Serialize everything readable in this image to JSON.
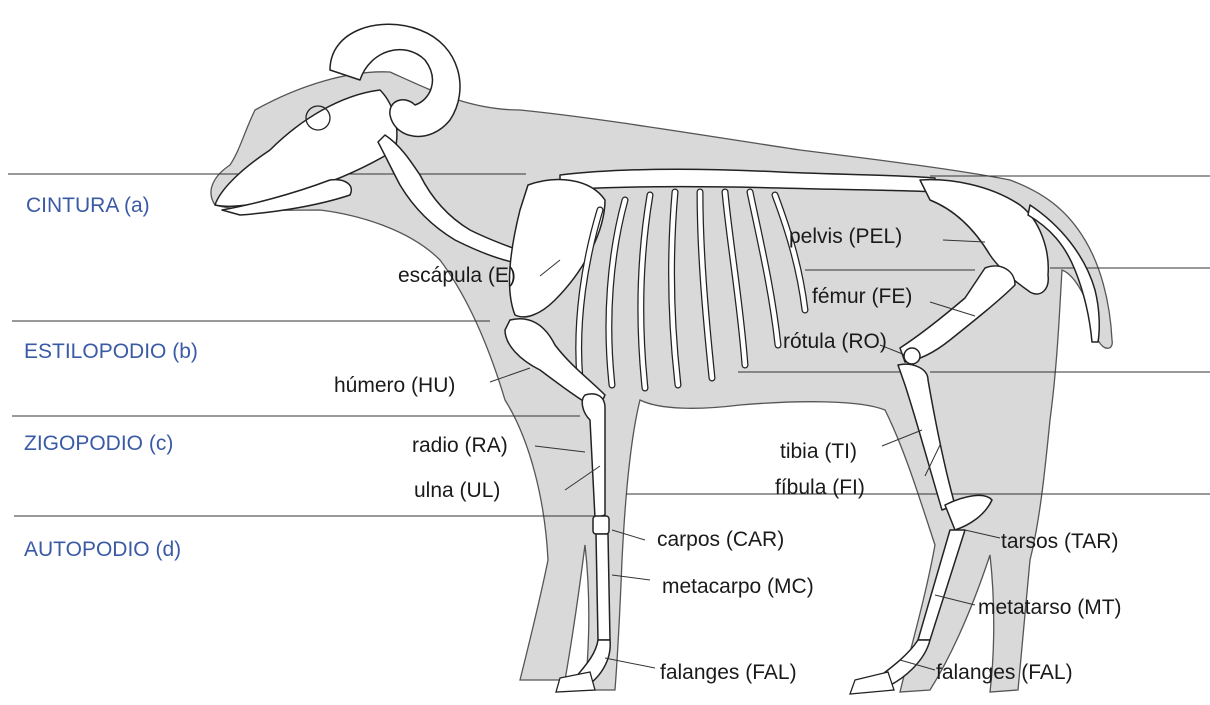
{
  "regions": {
    "cintura": "CINTURA (a)",
    "estilopodio": "ESTILOPODIO (b)",
    "zigopodio": "ZIGOPODIO (c)",
    "autopodio": "AUTOPODIO (d)"
  },
  "labels": {
    "escapula": "escápula (E)",
    "humero": "húmero (HU)",
    "radio": "radio (RA)",
    "ulna": "ulna (UL)",
    "carpos": "carpos (CAR)",
    "metacarpo": "metacarpo (MC)",
    "falanges_front": "falanges (FAL)",
    "pelvis": "pelvis (PEL)",
    "femur": "fémur (FE)",
    "rotula": "rótula (RO)",
    "tibia": "tibia (TI)",
    "fibula": "fíbula (FI)",
    "tarsos": "tarsos (TAR)",
    "metatarso": "metatarso (MT)",
    "falanges_hind": "falanges (FAL)"
  },
  "colors": {
    "region_text": "#3a5aa6",
    "label_text": "#1a1a1a",
    "body_fill": "#d9d9d9",
    "bone_fill": "#ffffff"
  }
}
